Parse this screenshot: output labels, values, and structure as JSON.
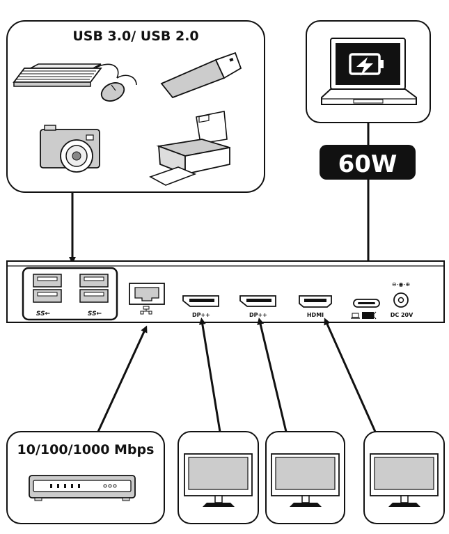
{
  "usb_panel": {
    "title": "USB 3.0/ USB 2.0"
  },
  "laptop_panel": {
    "power_label": "60W"
  },
  "network_panel": {
    "title": "10/100/1000 Mbps"
  },
  "dock": {
    "usb_port_logo": "SS←",
    "dp1_label": "DP++",
    "dp2_label": "DP++",
    "hdmi_label": "HDMI",
    "dc_label": "DC 20V",
    "dc_polarity": "⊖-◉-⊕"
  }
}
